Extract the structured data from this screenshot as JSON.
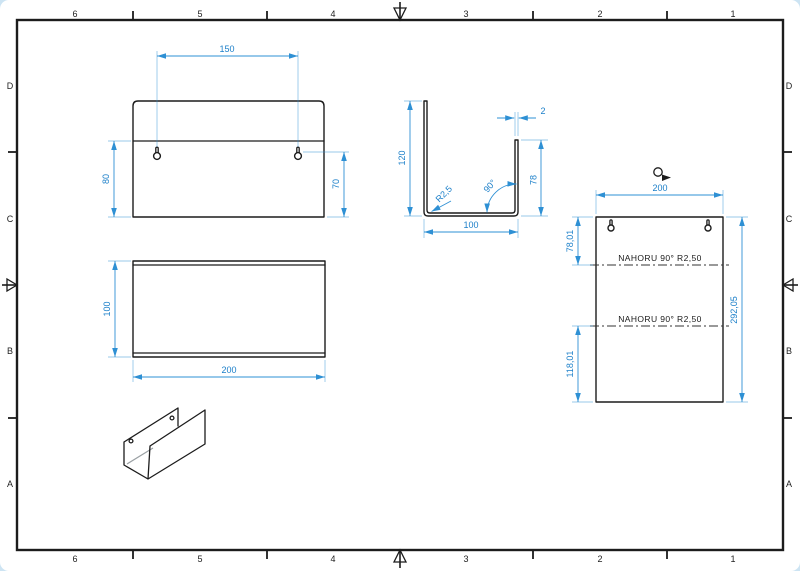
{
  "sheet": {
    "columns": [
      "6",
      "5",
      "4",
      "3",
      "2",
      "1"
    ],
    "rows": [
      "D",
      "C",
      "B",
      "A"
    ]
  },
  "views": {
    "front": {
      "dim_slot_spacing": "150",
      "dim_height_left": "80",
      "dim_slot_height": "70"
    },
    "section": {
      "dim_height": "120",
      "dim_width": "100",
      "dim_thickness": "2",
      "dim_flange": "78",
      "radius_label": "R2,5",
      "angle_label": "90°"
    },
    "plan": {
      "dim_depth": "100",
      "dim_length": "200"
    },
    "flat_pattern": {
      "dim_width": "200",
      "dim_top_segment": "78,01",
      "dim_bottom_segment": "118,01",
      "dim_total_length": "292,05",
      "bend_note_top": "NAHORU 90° R2,50",
      "bend_note_bottom": "NAHORU 90° R2,50"
    }
  },
  "colors": {
    "background": "#cde4f3",
    "paper": "#ffffff",
    "line": "#1c1c1c",
    "dimension": "#2e90d4",
    "dimension_text": "#1b7fc9"
  }
}
